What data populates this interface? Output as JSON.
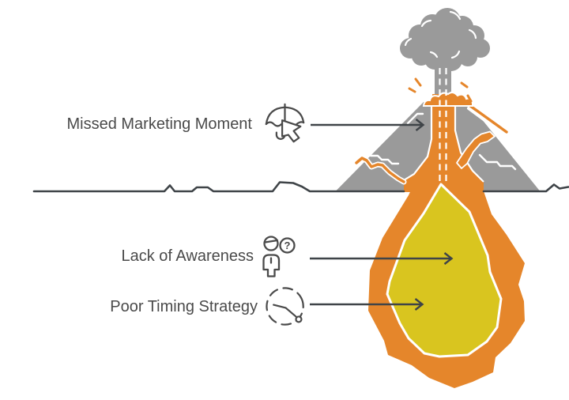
{
  "diagram": {
    "title": "Volcano marketing failure diagram",
    "labels": [
      {
        "text": "Missed Marketing Moment",
        "icon": "umbrella-pointer-icon",
        "points_to": "volcano-slope"
      },
      {
        "text": "Lack of Awareness",
        "icon": "person-question-icon",
        "points_to": "magma-chamber"
      },
      {
        "text": "Poor Timing Strategy",
        "icon": "clock-dashed-icon",
        "points_to": "magma-chamber"
      }
    ],
    "question_mark": "?",
    "colors": {
      "mountain_gray": "#9A9A9A",
      "lava_orange": "#E5862B",
      "magma_yellow": "#D9C51F",
      "line_dark": "#3F4448",
      "text_dark": "#4A4A4A",
      "outline_white": "#FFFFFF",
      "background": "#FFFFFF"
    }
  }
}
